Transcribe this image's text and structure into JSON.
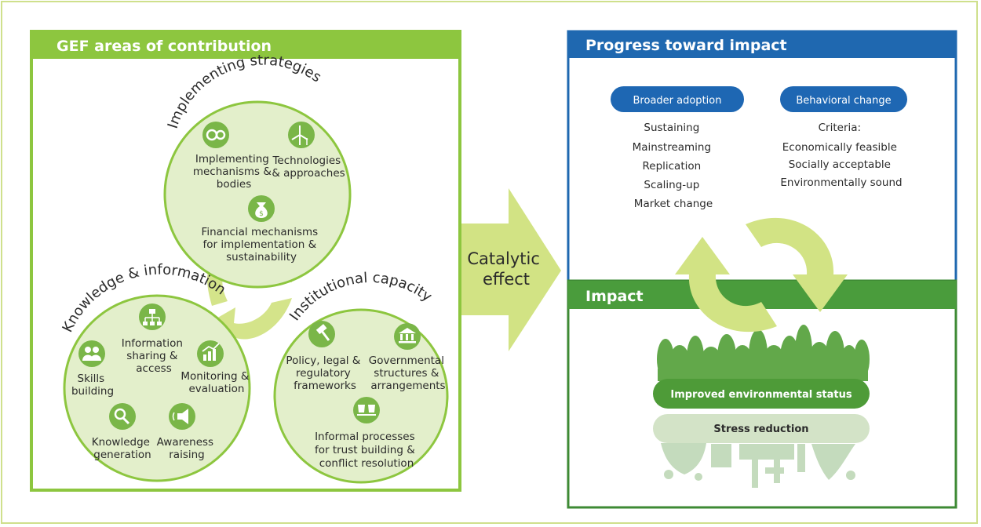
{
  "gef": {
    "header": "GEF areas of contribution",
    "implementing": {
      "arc_title": "Implementing strategies",
      "item1": [
        "Implementing",
        "mechanisms &",
        "bodies"
      ],
      "item2": [
        "Technologies",
        "& approaches"
      ],
      "item3": [
        "Financial mechanisms",
        "for implementation &",
        "sustainability"
      ]
    },
    "knowledge": {
      "arc_title": "Knowledge & information",
      "skills": [
        "Skills",
        "building"
      ],
      "info": [
        "Information",
        "sharing &",
        "access"
      ],
      "monitoring": [
        "Monitoring &",
        "evaluation"
      ],
      "generation": [
        "Knowledge",
        "generation"
      ],
      "awareness": [
        "Awareness",
        "raising"
      ]
    },
    "institutional": {
      "arc_title": "Institutional capacity",
      "policy": [
        "Policy, legal &",
        "regulatory",
        "frameworks"
      ],
      "gov": [
        "Governmental",
        "structures &",
        "arrangements"
      ],
      "informal": [
        "Informal processes",
        "for trust building &",
        "conflict resolution"
      ]
    }
  },
  "catalytic": [
    "Catalytic",
    "effect"
  ],
  "progress": {
    "header": "Progress toward impact",
    "broader_label": "Broader adoption",
    "broader_items": [
      "Sustaining",
      "Mainstreaming",
      "Replication",
      "Scaling-up",
      "Market change"
    ],
    "behavioral_label": "Behavioral change",
    "behavioral_items": [
      "Criteria:",
      "Economically feasible",
      "Socially acceptable",
      "Environmentally sound"
    ]
  },
  "impact": {
    "header": "Impact",
    "improved": "Improved environmental status",
    "stress": "Stress reduction"
  },
  "colors": {
    "green_header": "#8dc63f",
    "green_border": "#8dc63f",
    "circle_fill": "#e3efcb",
    "circle_stroke": "#8dc63f",
    "icon_fill": "#7ab648",
    "blue_header": "#1f68b0",
    "blue_pill": "#1e67b3",
    "impact_header": "#4a9c3c",
    "impact_border": "#3e8a34",
    "arrow": "#d2e384",
    "tree": "#62a84a",
    "improved_bar": "#4e9b38",
    "stress_bar": "#d3e3c7",
    "factory": "#c4dbbd"
  },
  "icons": [
    "gears-icon",
    "wind-turbine-icon",
    "money-bag-icon",
    "people-icon",
    "org-chart-icon",
    "chart-icon",
    "magnifier-icon",
    "megaphone-icon",
    "gavel-icon",
    "government-building-icon",
    "cups-icon",
    "recycle-arrows-icon",
    "forest-icon",
    "industry-icon"
  ]
}
